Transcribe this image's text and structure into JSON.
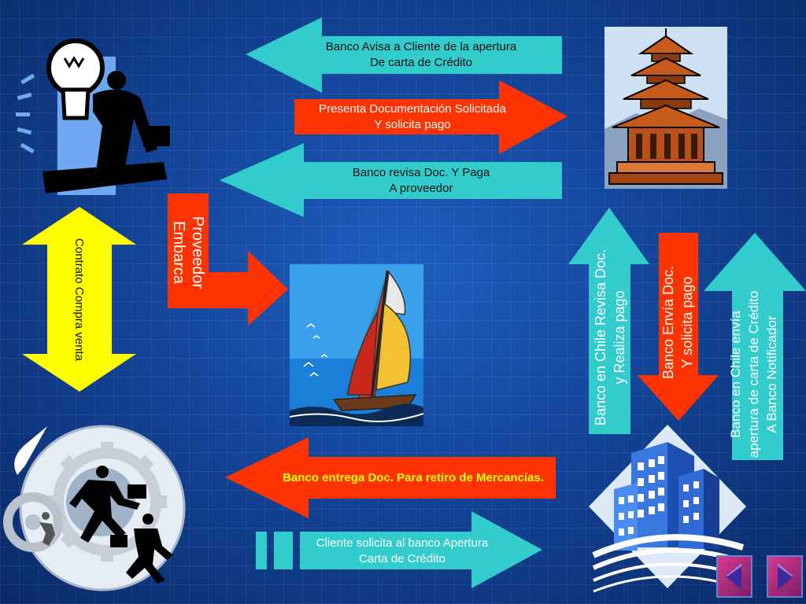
{
  "arrows": {
    "a1": {
      "line1": "Banco Avisa a Cliente de la apertura",
      "line2": "De carta de Crédito"
    },
    "a2": {
      "line1": "Presenta Documentación Solicitada",
      "line2": "Y solicita pago"
    },
    "a3": {
      "line1": "Banco revisa Doc. Y Paga",
      "line2": "A proveedor"
    },
    "a4": {
      "line1": "Banco entrega Doc. Para retiro de Mercancías."
    },
    "a5": {
      "line1": "Cliente solicita al banco Apertura",
      "line2": "Carta de Crédito"
    },
    "contrato": {
      "text": "Contrato Compra venta"
    },
    "proveedor": {
      "line1": "Proveedor",
      "line2": "Embarca"
    },
    "chile_revisa": {
      "line1": "Banco en Chile Revisa Doc.",
      "line2": "y Realiza pago"
    },
    "envia_doc": {
      "line1": "Banco Envía Doc.",
      "line2": "Y solicita pago"
    },
    "chile_envia": {
      "line1": "Banco en Chile envía",
      "line2": "apertura de carta de Crédito",
      "line3": "A Banco Notificador"
    }
  },
  "colors": {
    "teal": "#33cccc",
    "orange_red": "#ff3300",
    "yellow": "#ffff00",
    "background": "#13459a"
  },
  "icons": [
    "businessman-lightbulb-icon",
    "pagoda-icon",
    "sailboat-icon",
    "businessmen-gears-icon",
    "office-buildings-icon",
    "nav-back-icon",
    "nav-forward-icon"
  ]
}
